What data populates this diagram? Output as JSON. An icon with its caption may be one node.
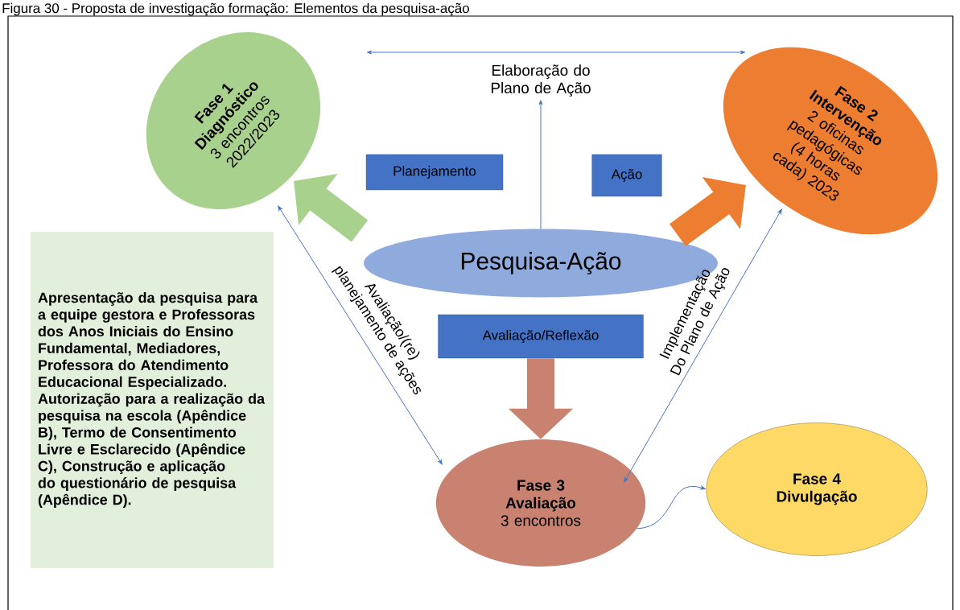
{
  "diagram": {
    "title": "Figura 30 - Proposta de investigação formação: Elementos da pesquisa-ação",
    "nodes": [
      {
        "text": [
          "Fase 1",
          "Diagnóstico",
          "3 encontros 2022/2023"
        ]
      },
      {
        "text": [
          "Fase 2",
          "Intervenção",
          "2 oficinas pedagógicas (4 horas cada) 2023"
        ]
      },
      {
        "text": [
          "Elaboração do Plano de Ação"
        ]
      },
      {
        "text": [
          "Planejamento"
        ]
      },
      {
        "text": [
          "Ação"
        ]
      },
      {
        "text": [
          "Pesquisa-Ação"
        ]
      },
      {
        "text": [
          "Avaliação/Reflexão"
        ]
      },
      {
        "text": [
          "Fase 3",
          "Avaliação",
          "3 encontros"
        ]
      },
      {
        "text": [
          "Fase 4",
          "Divulgação"
        ]
      },
      {
        "text": [
          "Apresentação da pesquisa para a equipe gestora e Professoras dos Anos Iniciais do Ensino Fundamental, Mediadores, Professora do Atendimento Educacional Especializado. Autorização para a realização da pesquisa na escola (Apêndice B), Termo de Consentimento Livre e Esclarecido (Apêndice C), Construção e aplicação do questionário de pesquisa (Apêndice D)."
        ]
      }
    ],
    "edges": [
      {
        "from": 0,
        "to": 1,
        "arrow": "both"
      },
      {
        "from": 5,
        "to": 2,
        "arrow": "to"
      },
      {
        "from": 5,
        "to": 0,
        "arrow": "to",
        "style": "thick",
        "color": "#a9d18e"
      },
      {
        "from": 5,
        "to": 1,
        "arrow": "to",
        "style": "thick",
        "color": "#ed7d31"
      },
      {
        "from": 6,
        "to": 7,
        "arrow": "to",
        "style": "thick",
        "color": "#c98170"
      },
      {
        "from": 0,
        "to": 7,
        "arrow": "both",
        "label": "Avaliação/(re) planejamento de ações"
      },
      {
        "from": 7,
        "to": 1,
        "arrow": "both",
        "label": "Implementação Do Plano de Ação"
      },
      {
        "from": 7,
        "to": 8,
        "arrow": "to"
      }
    ]
  }
}
